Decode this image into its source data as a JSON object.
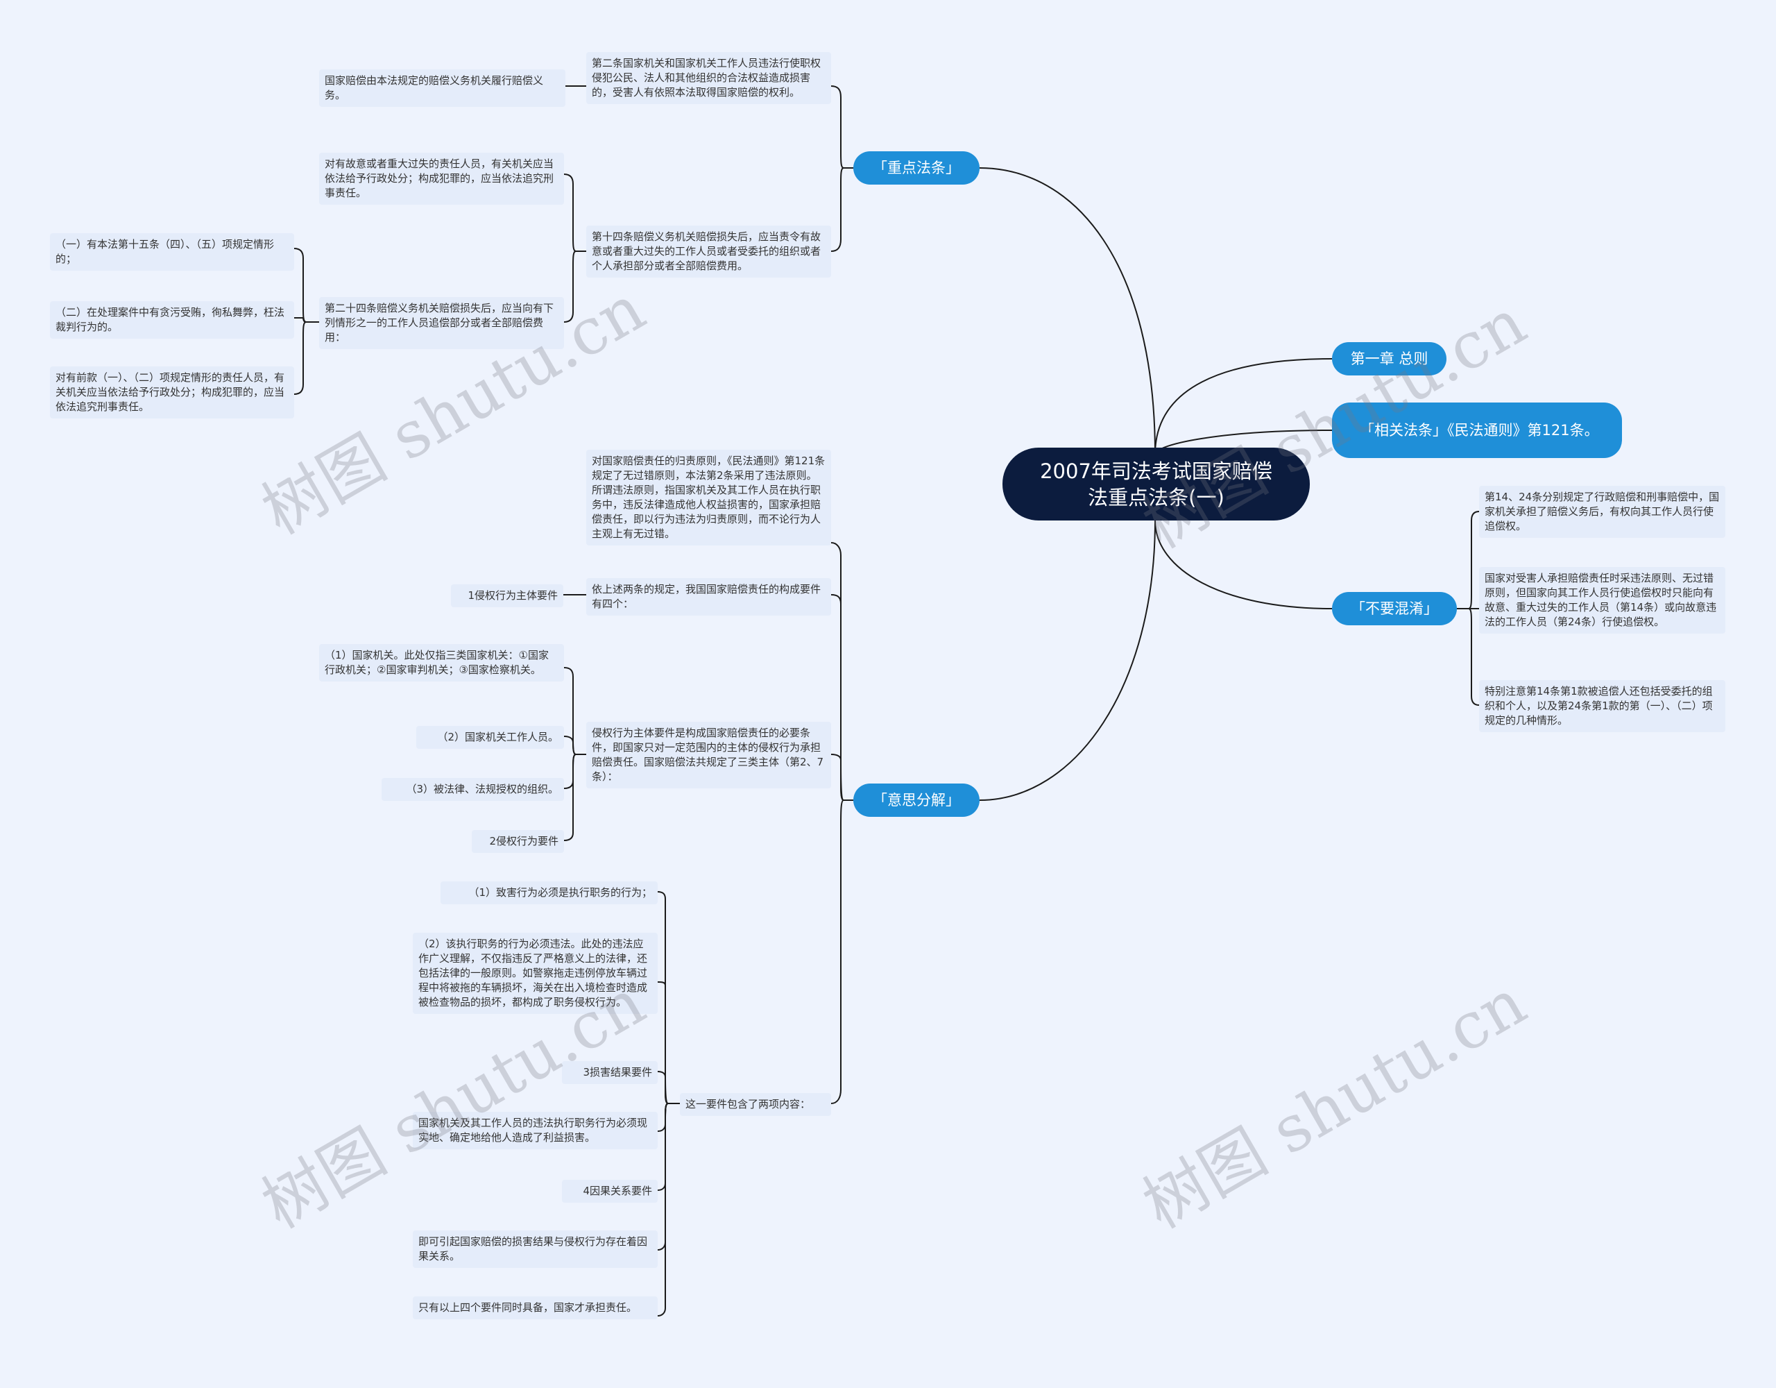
{
  "root": {
    "title": "2007年司法考试国家赔偿法重点法条(一)"
  },
  "branches": {
    "key_articles": "「重点法条」",
    "chapter_one": "第一章 总则",
    "related": "「相关法条」《民法通则》第121条。",
    "no_confuse": "「不要混淆」",
    "meaning": "「意思分解」"
  },
  "key": {
    "art2": "第二条国家机关和国家机关工作人员违法行使职权侵犯公民、法人和其他组织的合法权益造成损害的，受害人有依照本法取得国家赔偿的权利。",
    "art2_sub": "国家赔偿由本法规定的赔偿义务机关履行赔偿义务。",
    "art14": "第十四条赔偿义务机关赔偿损失后，应当责令有故意或者重大过失的工作人员或者受委托的组织或者个人承担部分或者全部赔偿费用。",
    "art14_sub1": "对有故意或者重大过失的责任人员，有关机关应当依法给予行政处分；构成犯罪的，应当依法追究刑事责任。",
    "art24": "第二十四条赔偿义务机关赔偿损失后，应当向有下列情形之一的工作人员追偿部分或者全部赔偿费用：",
    "art24_a": "（一）有本法第十五条（四）、（五）项规定情形的；",
    "art24_b": "（二）在处理案件中有贪污受贿，徇私舞弊，枉法裁判行为的。",
    "art24_c": "对有前款（一）、（二）项规定情形的责任人员，有关机关应当依法给予行政处分；构成犯罪的，应当依法追究刑事责任。"
  },
  "noconfuse": {
    "n1": "第14、24条分别规定了行政赔偿和刑事赔偿中，国家机关承担了赔偿义务后，有权向其工作人员行使追偿权。",
    "n2": "国家对受害人承担赔偿责任时采违法原则、无过错原则，但国家向其工作人员行使追偿权时只能向有故意、重大过失的工作人员（第14条）或向故意违法的工作人员（第24条）行使追偿权。",
    "n3": "特别注意第14条第1款被追偿人还包括受委托的组织和个人，以及第24条第1款的第（一）、（二）项规定的几种情形。"
  },
  "meaning": {
    "m1": "对国家赔偿责任的归责原则，《民法通则》第121条规定了无过错原则，本法第2条采用了违法原则。所谓违法原则，指国家机关及其工作人员在执行职务中，违反法律造成他人权益损害的，国家承担赔偿责任，即以行为违法为归责原则，而不论行为人主观上有无过错。",
    "m2": "依上述两条的规定，我国国家赔偿责任的构成要件有四个：",
    "m2_sub": "1侵权行为主体要件",
    "m3": "侵权行为主体要件是构成国家赔偿责任的必要条件，即国家只对一定范围内的主体的侵权行为承担赔偿责任。国家赔偿法共规定了三类主体（第2、7条）：",
    "m3_a": "（1）国家机关。此处仅指三类国家机关：①国家行政机关；②国家审判机关；③国家检察机关。",
    "m3_b": "（2）国家机关工作人员。",
    "m3_c": "（3）被法律、法规授权的组织。",
    "m3_d": "2侵权行为要件",
    "m4": "这一要件包含了两项内容：",
    "m4_a": "（1）致害行为必须是执行职务的行为；",
    "m4_b": "（2）该执行职务的行为必须违法。此处的违法应作广义理解，不仅指违反了严格意义上的法律，还包括法律的一般原则。如警察拖走违例停放车辆过程中将被拖的车辆损坏，海关在出入境检查时造成被检查物品的损坏，都构成了职务侵权行为。",
    "m4_c": "3损害结果要件",
    "m4_d": "国家机关及其工作人员的违法执行职务行为必须现实地、确定地给他人造成了利益损害。",
    "m4_e": "4因果关系要件",
    "m4_f": "即可引起国家赔偿的损害结果与侵权行为存在着因果关系。",
    "m4_g": "只有以上四个要件同时具备，国家才承担责任。"
  },
  "watermark": "树图 shutu.cn",
  "colors": {
    "background": "#eef3fd",
    "root": "#0c1c3e",
    "branch": "#1f8fd8",
    "leaf": "#e4ecfa",
    "line": "#1b1b1b"
  }
}
